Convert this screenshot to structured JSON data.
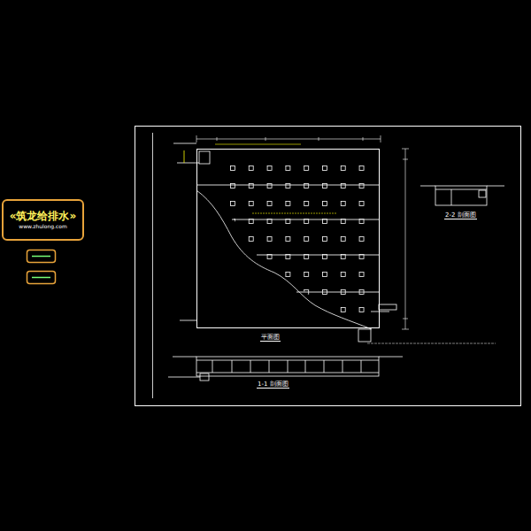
{
  "diagram": {
    "nodes": [
      {
        "text": [
          "«筑龙给排水»",
          "www.zhulong.com"
        ]
      }
    ],
    "labels": [
      "平面图",
      "1-1 剖面图",
      "2-2 剖面图"
    ]
  }
}
